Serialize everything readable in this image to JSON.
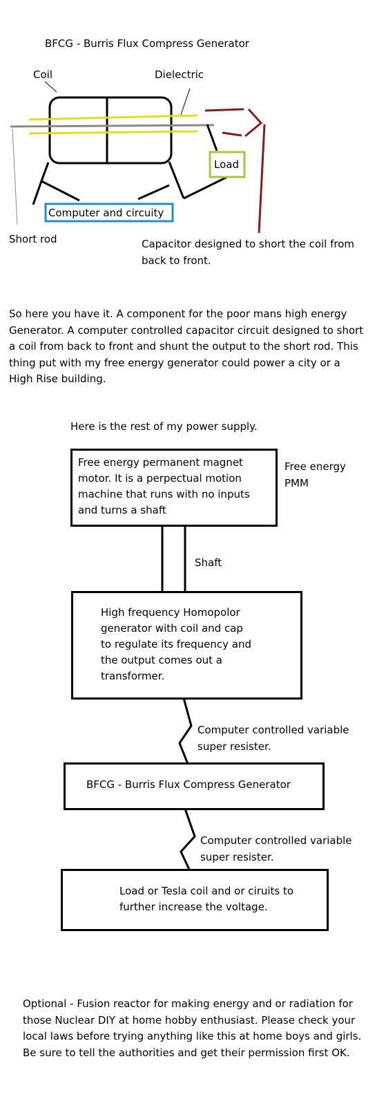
{
  "diagram1": {
    "title": "BFCG - Burris Flux Compress Generator",
    "coil_label": "Coil",
    "dielectric_label": "Dielectric",
    "load_label": "Load",
    "computer_label": "Computer and circuity",
    "short_rod_label": "Short rod",
    "capacitor_label": "Capacitor designed to short the coil from back to front.",
    "colors": {
      "dielectric": "#e5dc1c",
      "rod": "#8a8a8a",
      "capacitor": "#8b1a1a",
      "load_border": "#a6c838",
      "computer_border": "#1f8fd0"
    }
  },
  "paragraph1": "So here you have it. A component for the poor mans high energy Generator. A computer controlled capacitor circuit designed to short a coil from back to front and shunt the output to the short rod. This thing put with my free energy generator could power a city or a High Rise building.",
  "diagram2": {
    "intro": "Here is the rest of my power supply.",
    "pmm_box": "Free energy permanent magnet motor. It is a perpectual motion machine that runs with no inputs and turns a shaft",
    "pmm_side_label": "Free energy PMM",
    "shaft_label": "Shaft",
    "homopolar_box": "High frequency Homopolor generator with coil and cap to regulate its frequency and the output comes out a transformer.",
    "resister1_label": "Computer controlled variable super resister.",
    "bfcg_box": "BFCG - Burris Flux Compress Generator",
    "resister2_label": "Computer controlled variable super resister.",
    "load_box": "Load or Tesla coil and or ciruits to further increase the voltage."
  },
  "paragraph2": "Optional - Fusion reactor for making energy and or radiation for those Nuclear DIY at home hobby enthusiast. Please check your local laws before trying anything like this at home boys and girls. Be sure to tell the authorities and get their permission first OK."
}
